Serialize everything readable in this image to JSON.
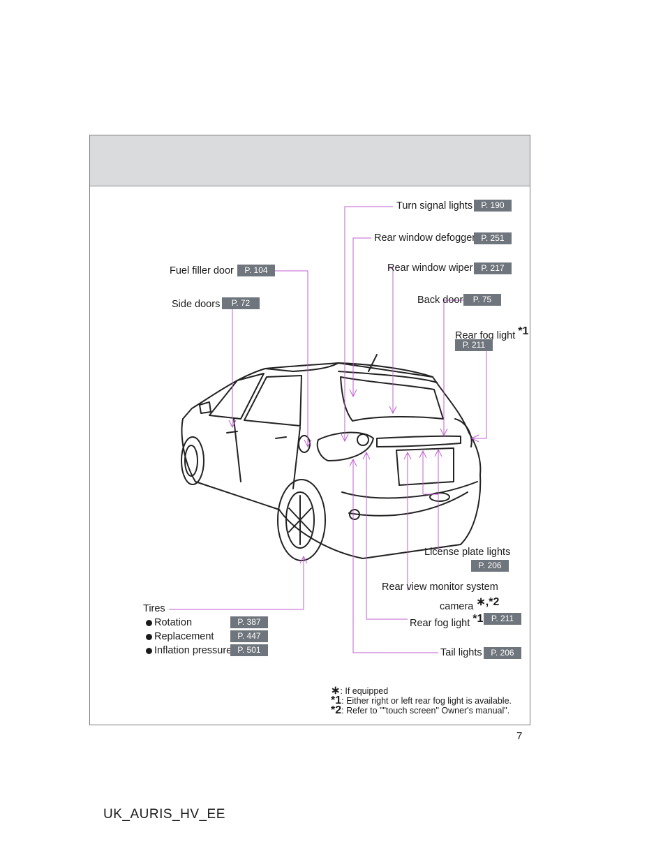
{
  "page_number": "7",
  "footer_code": "UK_AURIS_HV_EE",
  "callouts": {
    "turn_signal": {
      "label": "Turn signal lights",
      "ref": "P. 190"
    },
    "rear_defogger": {
      "label": "Rear window defogger",
      "ref": "P. 251"
    },
    "rear_wiper": {
      "label": "Rear window wiper",
      "ref": "P. 217"
    },
    "fuel_door": {
      "label": "Fuel filler door",
      "ref": "P. 104"
    },
    "back_door": {
      "label": "Back door",
      "ref": "P. 75"
    },
    "side_doors": {
      "label": "Side doors",
      "ref": "P. 72"
    },
    "rear_fog_top": {
      "label": "Rear fog light",
      "mark": "*1",
      "ref": "P. 211"
    },
    "license_plate": {
      "label": "License plate lights",
      "ref": "P. 206"
    },
    "rear_view_camera": {
      "line1": "Rear view monitor system",
      "line2": "camera",
      "mark": "∗,*2"
    },
    "rear_fog_bottom": {
      "label": "Rear fog light",
      "mark": "*1",
      "ref": "P. 211"
    },
    "tail_lights": {
      "label": "Tail lights",
      "ref": "P. 206"
    },
    "tires": {
      "label": "Tires",
      "items": [
        {
          "label": "Rotation",
          "ref": "P. 387"
        },
        {
          "label": "Replacement",
          "ref": "P. 447"
        },
        {
          "label": "Inflation pressure",
          "ref": "P. 501"
        }
      ]
    }
  },
  "footnotes": [
    {
      "mark": "∗",
      "text": ": If equipped"
    },
    {
      "mark": "*1",
      "text": ": Either right or left rear fog light is available."
    },
    {
      "mark": "*2",
      "text": ": Refer to \"\"touch screen\" Owner's manual\"."
    }
  ],
  "colors": {
    "leader": "#c05fd0",
    "ref_badge": "#6f757c",
    "header_band": "#d9dbdd"
  }
}
